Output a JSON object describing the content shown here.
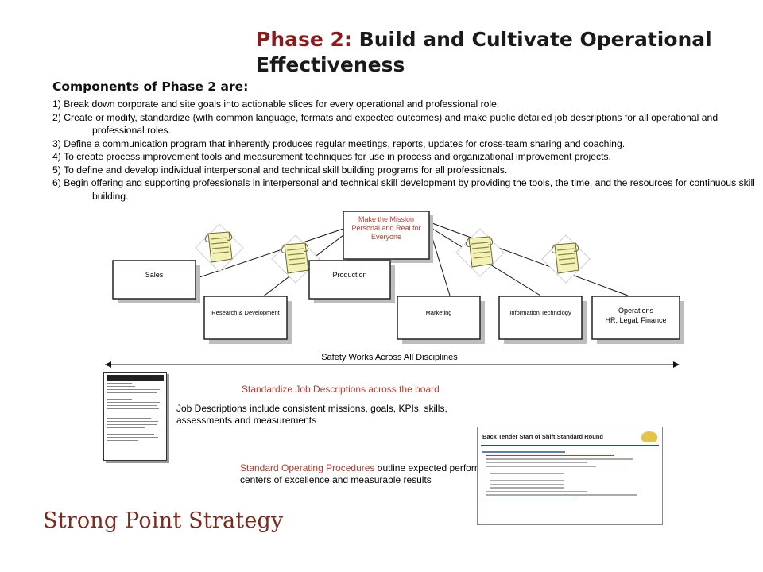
{
  "title": {
    "accent": "Phase 2:",
    "rest": " Build and Cultivate Operational Effectiveness"
  },
  "subheading": "Components of Phase 2 are:",
  "components": [
    "1) Break down corporate and site goals into actionable slices for every operational and professional role.",
    "2) Create or modify, standardize (with common language, formats and expected outcomes) and make public detailed job descriptions for all operational and professional roles.",
    "3) Define a communication program that inherently produces regular meetings, reports, updates for cross-team sharing and coaching.",
    "4) To create process improvement tools and measurement techniques for use in process and organizational improvement projects.",
    "5) To define and develop individual interpersonal and technical skill building programs for all professionals.",
    "6) Begin offering and supporting professionals in interpersonal and technical skill development by providing the tools, the time, and the resources for continuous skill building."
  ],
  "diagram": {
    "mission": [
      "Make the Mission",
      "Personal and Real for",
      "Everyone"
    ],
    "sales": "Sales",
    "research": "Research & Development",
    "production": "Production",
    "marketing": "Marketing",
    "it": "Information Technology",
    "operations": [
      "Operations",
      "HR, Legal, Finance"
    ],
    "safety": "Safety Works Across All Disciplines"
  },
  "notes": {
    "standardize": "Standardize Job Descriptions across the board",
    "job_desc": [
      "Job Descriptions include consistent missions, goals, KPIs, skills,",
      "assessments and measurements"
    ],
    "sop_red": "Standard Operating Procedures",
    "sop_rest1": " outline expected performance tasks,",
    "sop_rest2": "centers of excellence and measurable results"
  },
  "sop_doc_title": "Back Tender Start of Shift Standard Round",
  "logo": "Strong Point Strategy",
  "colors": {
    "title_accent": "#8b1a1a",
    "mission_text": "#c0392b",
    "note_red": "#c0392b",
    "logo": "#7b2a1c"
  }
}
